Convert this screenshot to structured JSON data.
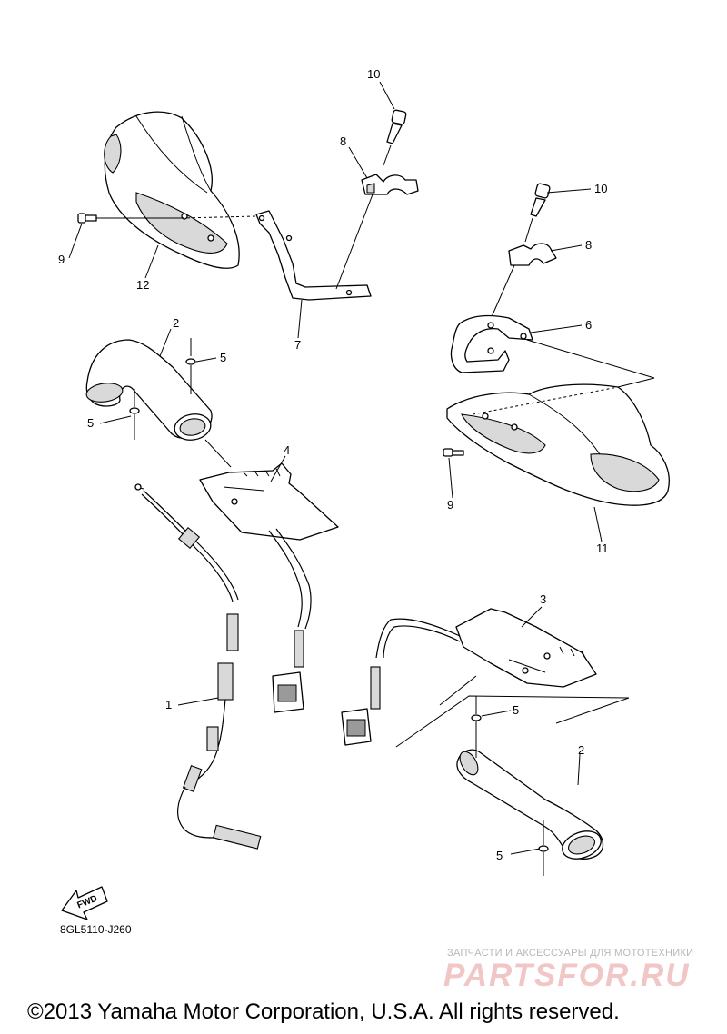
{
  "callouts": [
    {
      "text": "10"
    },
    {
      "text": "8"
    },
    {
      "text": "9"
    },
    {
      "text": "12"
    },
    {
      "text": "7"
    },
    {
      "text": "10"
    },
    {
      "text": "8"
    },
    {
      "text": "6"
    },
    {
      "text": "2"
    },
    {
      "text": "5"
    },
    {
      "text": "5"
    },
    {
      "text": "4"
    },
    {
      "text": "9"
    },
    {
      "text": "11"
    },
    {
      "text": "3"
    },
    {
      "text": "1"
    },
    {
      "text": "5"
    },
    {
      "text": "2"
    },
    {
      "text": "5"
    }
  ],
  "fwd_label": "FWD",
  "diagram_code": "8GL5110-J260",
  "watermark": {
    "tagline": "ЗАПЧАСТИ И АКСЕССУАРЫ ДЛЯ МОТОТЕХНИКИ",
    "logo": "PARTSFOR.RU"
  },
  "copyright": "©2013 Yamaha Motor Corporation, U.S.A. All rights reserved."
}
